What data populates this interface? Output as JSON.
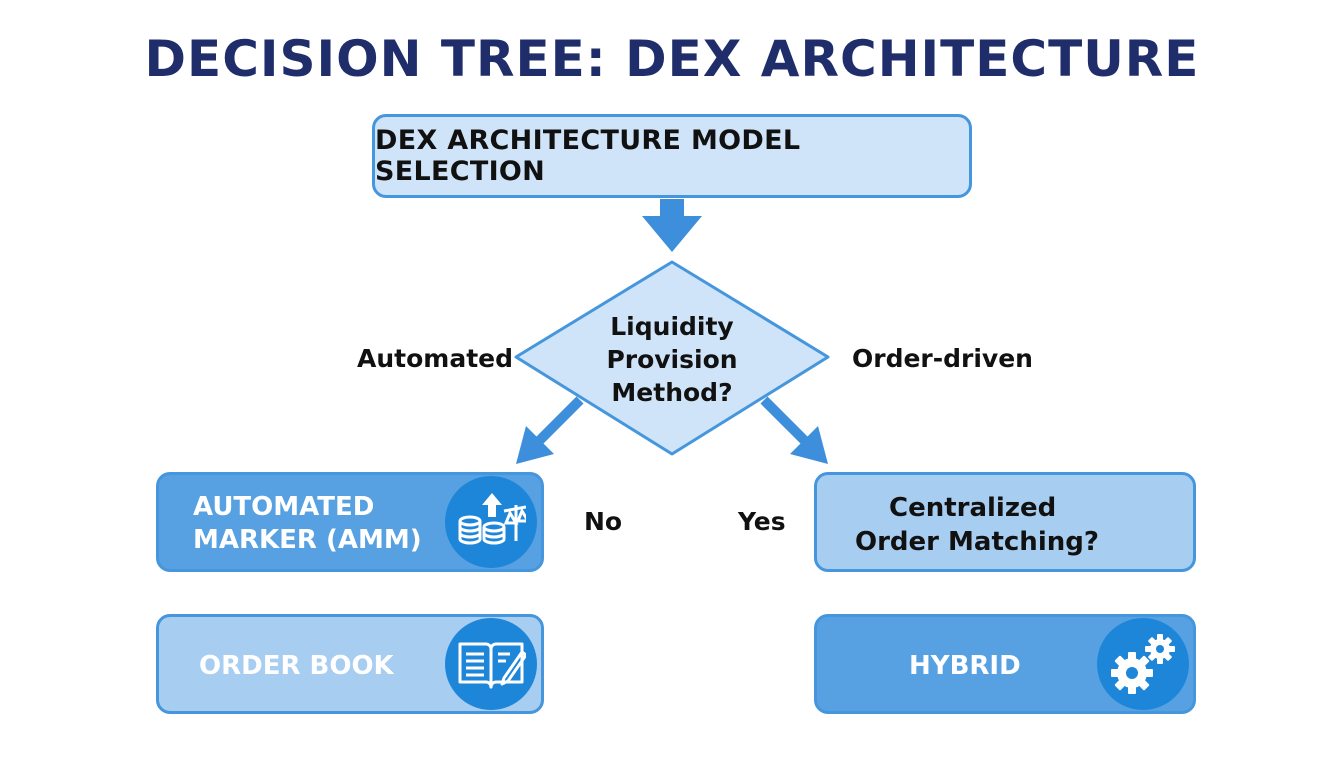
{
  "title": "DECISION TREE: DEX ARCHITECTURE",
  "nodes": {
    "root": {
      "label": "DEX ARCHITECTURE MODEL SELECTION"
    },
    "decision": {
      "line1": "Liquidity",
      "line2": "Provision",
      "line3": "Method?"
    },
    "amm": {
      "line1": "AUTOMATED",
      "line2": "MARKER (AMM)",
      "icon": "coins-scale-icon"
    },
    "centralized": {
      "line1": "Centralized",
      "line2": "Order Matching?"
    },
    "order_book": {
      "label": "ORDER BOOK",
      "icon": "open-book-icon"
    },
    "hybrid": {
      "label": "HYBRID",
      "icon": "gears-icon"
    }
  },
  "edges": {
    "left": "Automated",
    "right": "Order-driven",
    "no": "No",
    "yes": "Yes"
  },
  "colors": {
    "title": "#1f2d6b",
    "border": "#4596dc",
    "light_fill": "#cfe4f8",
    "mid_fill": "#a7cdf1",
    "dark_fill": "#57a1e2",
    "icon_circle": "#1e86d8",
    "arrow": "#3d8fdc"
  }
}
